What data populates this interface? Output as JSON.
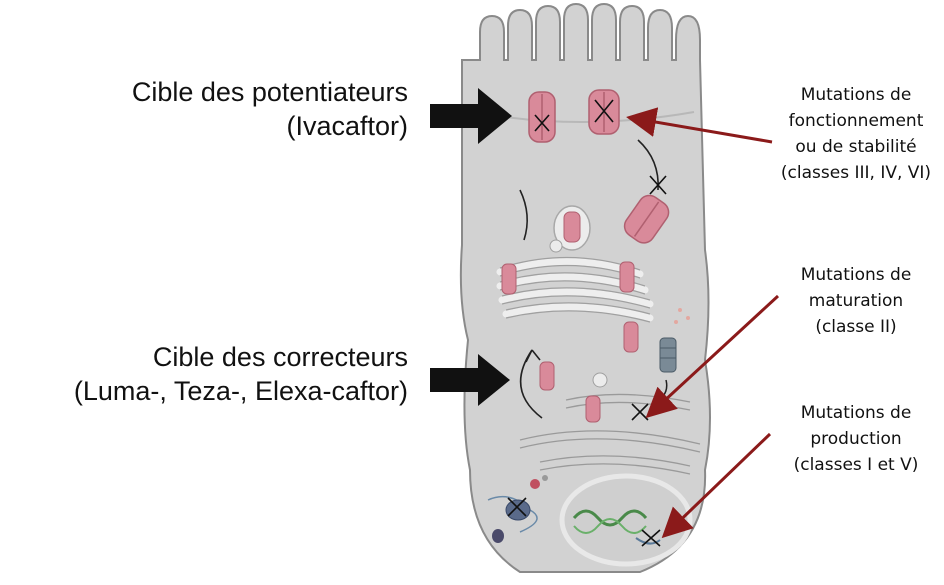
{
  "left_labels": {
    "potentiators": {
      "line1": "Cible des potentiateurs",
      "line2": "(Ivacaftor)"
    },
    "correctors": {
      "line1": "Cible des correcteurs",
      "line2": "(Luma-, Teza-, Elexa-caftor)"
    }
  },
  "right_labels": {
    "function": {
      "line1": "Mutations de",
      "line2": "fonctionnement",
      "line3": "ou de stabilité",
      "line4": "(classes III, IV, VI)"
    },
    "maturation": {
      "line1": "Mutations de",
      "line2": "maturation",
      "line3": "(classe II)"
    },
    "production": {
      "line1": "Mutations de",
      "line2": "production",
      "line3": "(classes I et V)"
    }
  },
  "colors": {
    "cell_fill": "#d2d2d2",
    "cell_stroke": "#8a8a8a",
    "organelle": "#ececec",
    "protein": "#d98a9a",
    "arrow_black": "#111111",
    "arrow_red": "#8b1a1a"
  }
}
